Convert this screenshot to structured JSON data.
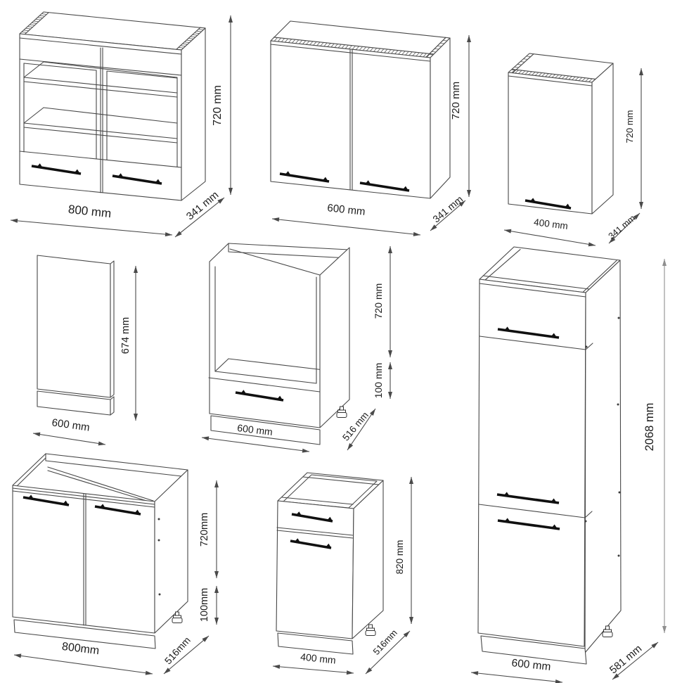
{
  "diagram": {
    "background_color": "#ffffff",
    "line_color": "#474747",
    "dimension_color": "#4a4a4a",
    "tall_dimension_color": "#8f8f8f",
    "text_color": "#1c1c1c"
  },
  "cabinets": [
    {
      "id": "wall-cabinet-glass-800",
      "labels": {
        "width": "800 mm",
        "depth": "341 mm",
        "height": "720 mm"
      }
    },
    {
      "id": "wall-cabinet-600",
      "labels": {
        "width": "600 mm",
        "depth": "341 mm",
        "height": "720 mm"
      }
    },
    {
      "id": "wall-cabinet-400",
      "labels": {
        "width": "400 mm",
        "depth": "341 mm",
        "height": "720 mm"
      }
    },
    {
      "id": "appliance-front-panel-600",
      "labels": {
        "width": "600 mm",
        "height": "674 mm"
      }
    },
    {
      "id": "oven-base-cabinet-600",
      "labels": {
        "width": "600 mm",
        "depth": "516 mm",
        "height": "720 mm",
        "plinth": "100 mm"
      }
    },
    {
      "id": "tall-cabinet-600",
      "labels": {
        "width": "600 mm",
        "depth": "581 mm",
        "height": "2068 mm"
      }
    },
    {
      "id": "sink-base-cabinet-800",
      "labels": {
        "width": "800mm",
        "depth": "516mm",
        "height": "720mm",
        "plinth": "100mm"
      }
    },
    {
      "id": "drawer-base-cabinet-400",
      "labels": {
        "width": "400 mm",
        "depth": "516mm",
        "height": "820 mm"
      }
    }
  ]
}
